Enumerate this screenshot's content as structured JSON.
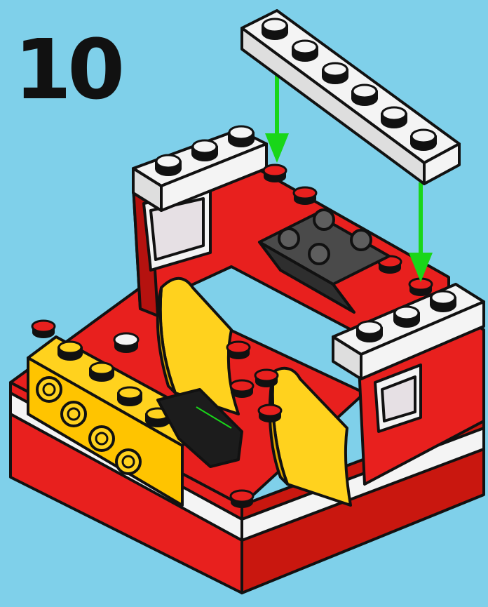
{
  "step": {
    "number": "10"
  },
  "colors": {
    "background": "#7fd0ea",
    "red": "#e8201e",
    "red_dark": "#b5120f",
    "white": "#f4f4f4",
    "yellow": "#ffd21e",
    "yellow_dark": "#e0a800",
    "dark_gray": "#4a4a4a",
    "black": "#151515",
    "arrow_green": "#19d619",
    "window_glass": "#e6e0e4"
  },
  "parts": {
    "new_plate": "white-1x6-plate",
    "walls": "red-cab-walls",
    "seats": "yellow-seats",
    "steering": "black-steering-column",
    "grille": "dark-gray-slope-bricks"
  }
}
